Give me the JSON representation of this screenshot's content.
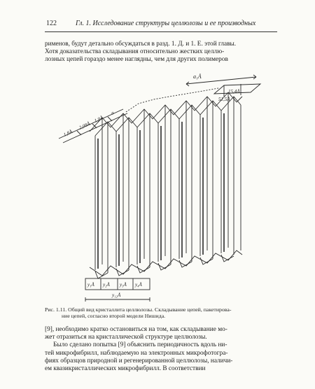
{
  "header": {
    "page_number": "122",
    "running_title": "Гл. 1. Исследование структуры целлюлозы и ее производных"
  },
  "top_text": [
    "рименов, будут детально обсуждаться в разд. 1. Д. и 1. Е. этой главы.",
    "Хотя доказательства складывания относительно жестких целлю-",
    "лозных цепей гораздо менее наглядны, чем для других полимеров"
  ],
  "figure": {
    "top_dimension_label": "a₁Å",
    "right_dimension_label": "51,5Å",
    "right_inner_label": "15,4Å",
    "left_dimension_labels": [
      "1,8Å",
      "2,08Å",
      "1,9Å",
      "a"
    ],
    "bottom_dimension_labels": [
      "y₁Å",
      "y₂Å",
      "y₃Å",
      "y₄Å"
    ],
    "bottom_total_label": "y₁₂Å",
    "fibril_count": 8
  },
  "caption": [
    "Рис. 1.11. Общий вид кристаллита целлюлозы. Складывание цепей, пакетирова-",
    "ние цепей, согласно второй модели Нишида."
  ],
  "bottom_text": [
    "[9], необходимо кратко остановиться на том, как складывание мо-",
    "жет отразиться на кристаллической структуре целлюлозы.",
    "Было сделано попытка [9] объяснить периодичность вдоль ни-",
    "тей микрофибрилл, наблюдаемую на электронных микрофотогра-",
    "фиях образцов природной и регенерированной целлюлозы, наличи-",
    "ем квазикристаллических микрофибрилл. В соответствии"
  ]
}
